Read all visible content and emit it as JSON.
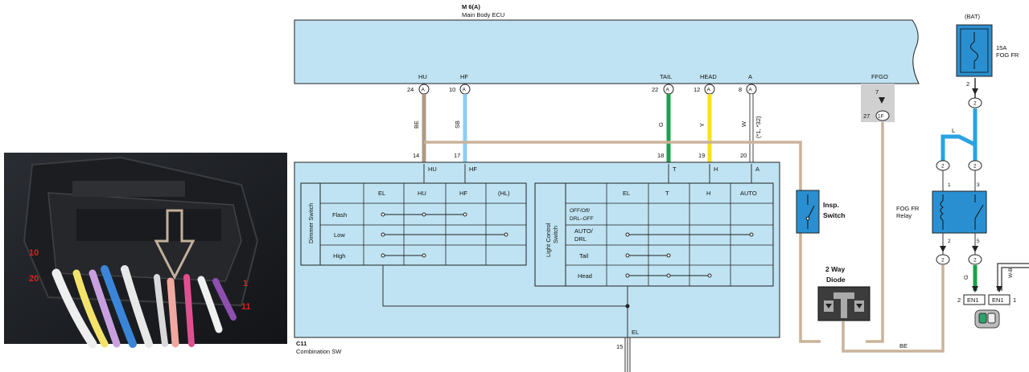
{
  "photo": {
    "pin_labels": {
      "p10": "10",
      "p20": "20",
      "p1": "1",
      "p11": "11"
    }
  },
  "ecu": {
    "code": "M 6(A)",
    "name": "Main Body ECU",
    "pins": [
      {
        "signal": "HU",
        "num": "24",
        "conn": "A"
      },
      {
        "signal": "HF",
        "num": "10",
        "conn": "A"
      },
      {
        "signal": "TAIL",
        "num": "22",
        "conn": "A"
      },
      {
        "signal": "HEAD",
        "num": "12",
        "conn": "A"
      },
      {
        "signal": "A",
        "num": "8",
        "conn": "A"
      }
    ],
    "ffgo": {
      "signal": "FFGO",
      "num_top": "7",
      "num": "27",
      "conn": "1F"
    }
  },
  "wires": {
    "hu": {
      "color_code": "BE",
      "hex": "#b09a82"
    },
    "hf": {
      "color_code": "SB",
      "hex": "#8ecdf0"
    },
    "tail": {
      "color_code": "G",
      "hex": "#1ea04a"
    },
    "head": {
      "color_code": "Y",
      "hex": "#f7e11b"
    },
    "a": {
      "color_code": "W",
      "note": "(*1, *32)",
      "hex": "#ffffff"
    },
    "fog": {
      "color_code": "L",
      "hex": "#2aa3e0"
    },
    "en_g": {
      "color_code": "G"
    },
    "en_wb": {
      "color_code": "W-B"
    },
    "bottom_be": {
      "color_code": "BE"
    }
  },
  "switch": {
    "code": "C11",
    "name": "Combination SW",
    "pins": [
      {
        "num": "14",
        "label": "HU"
      },
      {
        "num": "17",
        "label": "HF"
      },
      {
        "num": "18",
        "label": "T"
      },
      {
        "num": "19",
        "label": "H"
      },
      {
        "num": "20",
        "label": "A"
      }
    ],
    "bottom_pin": "15",
    "bottom_label": "EL",
    "dimmer": {
      "title": "Dimmer Switch",
      "headers": [
        "EL",
        "HU",
        "HF",
        "(HL)"
      ],
      "rows": [
        "Flash",
        "Low",
        "High"
      ]
    },
    "light": {
      "title": "Light Control Switch",
      "headers": [
        "EL",
        "T",
        "H",
        "AUTO"
      ],
      "rows": [
        "OFF/Off/ DRL-OFF",
        "AUTO/ DRL",
        "Tail",
        "Head"
      ]
    }
  },
  "insp": {
    "label": "Insp. Switch"
  },
  "diode": {
    "label": "2 Way Diode"
  },
  "fuse": {
    "source": "(BAT)",
    "rating": "15A",
    "name": "FOG FR",
    "pin": "2"
  },
  "relay": {
    "name": "FOG FR Relay",
    "pin1": "1",
    "pin3": "3",
    "pin2": "2",
    "pin5": "5"
  },
  "junction": {
    "pin": "2"
  },
  "en1": {
    "label": "EN1",
    "pin_left": "2",
    "pin_right": "1"
  },
  "colors": {
    "body": "#bfe3f2",
    "outline": "#222222",
    "wire_be": "#c9b39b"
  }
}
